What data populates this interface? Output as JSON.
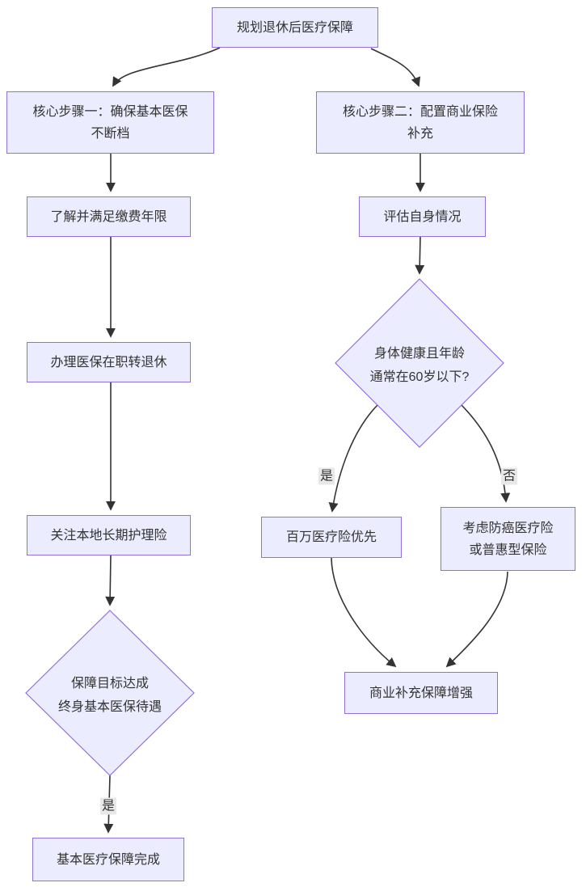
{
  "diagram": {
    "type": "flowchart",
    "orientation": "top-down",
    "colors": {
      "background": "#ffffff",
      "node_fill": "#ECECFF",
      "node_border": "#9370DB",
      "edge_stroke": "#333333",
      "text": "#333333",
      "edge_label_bg": "#e8e8e8"
    }
  },
  "nodes": {
    "root": {
      "label": "规划退休后医疗保障",
      "shape": "rect"
    },
    "a1": {
      "label": "核心步骤一：确保基本医保\n不断档",
      "shape": "rect"
    },
    "b1": {
      "label": "核心步骤二：配置商业保险\n补充",
      "shape": "rect"
    },
    "a2": {
      "label": "了解并满足缴费年限",
      "shape": "rect"
    },
    "b2": {
      "label": "评估自身情况",
      "shape": "rect"
    },
    "a3": {
      "label": "办理医保在职转退休",
      "shape": "rect"
    },
    "bq": {
      "label": "身体健康且年龄\n通常在60岁以下?",
      "shape": "diamond"
    },
    "a4": {
      "label": "关注本地长期护理险",
      "shape": "rect"
    },
    "b3": {
      "label": "百万医疗险优先",
      "shape": "rect"
    },
    "b4": {
      "label": "考虑防癌医疗险\n或普惠型保险",
      "shape": "rect"
    },
    "aq": {
      "label": "保障目标达成\n终身基本医保待遇",
      "shape": "diamond"
    },
    "b5": {
      "label": "商业补充保障增强",
      "shape": "rect"
    },
    "a5": {
      "label": "基本医疗保障完成",
      "shape": "rect"
    }
  },
  "edges": [
    {
      "from": "root",
      "to": "a1",
      "label": ""
    },
    {
      "from": "root",
      "to": "b1",
      "label": ""
    },
    {
      "from": "a1",
      "to": "a2",
      "label": ""
    },
    {
      "from": "b1",
      "to": "b2",
      "label": ""
    },
    {
      "from": "a2",
      "to": "a3",
      "label": ""
    },
    {
      "from": "b2",
      "to": "bq",
      "label": ""
    },
    {
      "from": "a3",
      "to": "a4",
      "label": ""
    },
    {
      "from": "a4",
      "to": "aq",
      "label": ""
    },
    {
      "from": "bq",
      "to": "b3",
      "label": "是"
    },
    {
      "from": "bq",
      "to": "b4",
      "label": "否"
    },
    {
      "from": "b3",
      "to": "b5",
      "label": ""
    },
    {
      "from": "b4",
      "to": "b5",
      "label": ""
    },
    {
      "from": "aq",
      "to": "a5",
      "label": "是"
    }
  ],
  "edge_labels": {
    "yes_right": "是",
    "no_right": "否",
    "yes_left": "是"
  }
}
